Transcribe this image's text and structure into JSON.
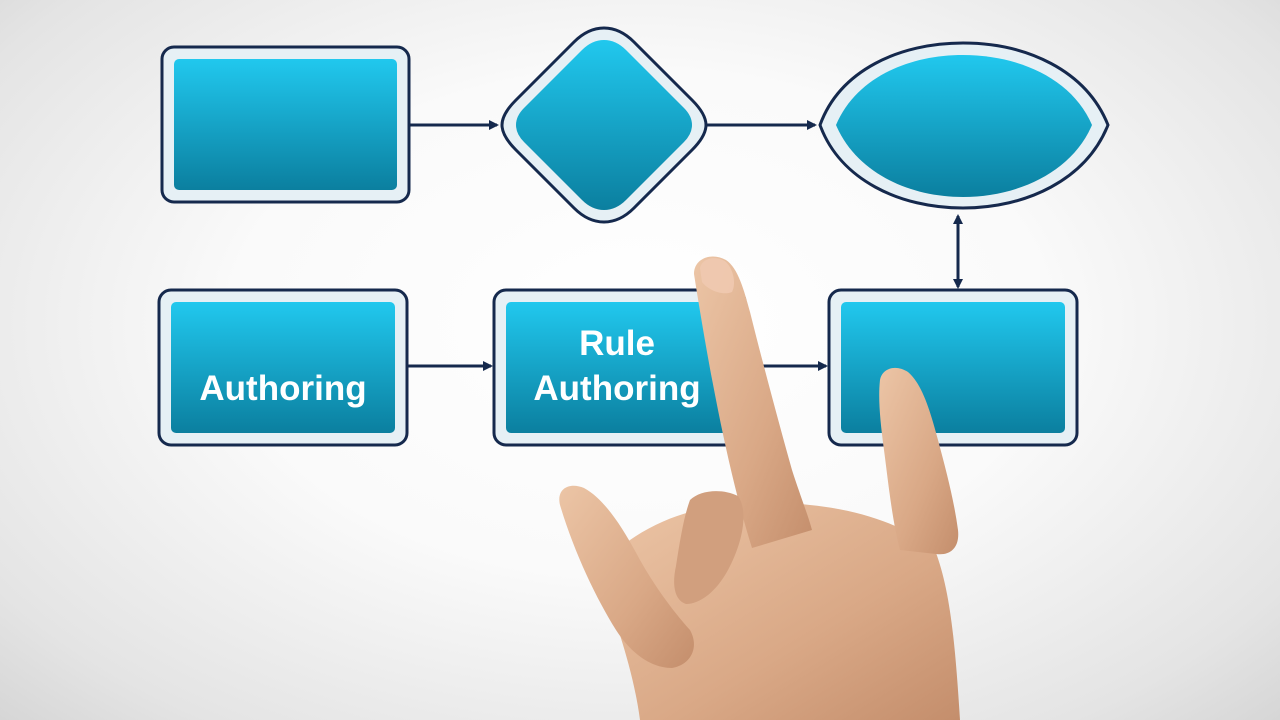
{
  "diagram": {
    "colors": {
      "box_top": "#21c8ee",
      "box_bottom": "#0b7f9f",
      "outline": "#15294d",
      "inner_border": "#e6f0f5",
      "arrow": "#15294d",
      "label": "#ffffff",
      "skin": "#dcae8c"
    },
    "nodes": [
      {
        "id": "top-rect",
        "shape": "rectangle",
        "label_lines": []
      },
      {
        "id": "top-diamond",
        "shape": "diamond",
        "label_lines": []
      },
      {
        "id": "top-ellipse",
        "shape": "ellipse",
        "label_lines": []
      },
      {
        "id": "bottom-left",
        "shape": "rectangle",
        "label_lines": [
          "Authoring"
        ]
      },
      {
        "id": "bottom-middle",
        "shape": "rectangle",
        "label_lines": [
          "Rule",
          "Authoring"
        ]
      },
      {
        "id": "bottom-right",
        "shape": "rectangle",
        "label_lines": []
      }
    ],
    "edges": [
      {
        "from": "top-rect",
        "to": "top-diamond",
        "direction": "forward"
      },
      {
        "from": "top-diamond",
        "to": "top-ellipse",
        "direction": "forward"
      },
      {
        "from": "bottom-left",
        "to": "bottom-middle",
        "direction": "forward"
      },
      {
        "from": "bottom-middle",
        "to": "bottom-right",
        "direction": "forward"
      },
      {
        "from": "top-ellipse",
        "to": "bottom-right",
        "direction": "both"
      }
    ],
    "hand": {
      "pose": "index-finger-pointing",
      "icon": "pointing-hand-icon"
    }
  }
}
